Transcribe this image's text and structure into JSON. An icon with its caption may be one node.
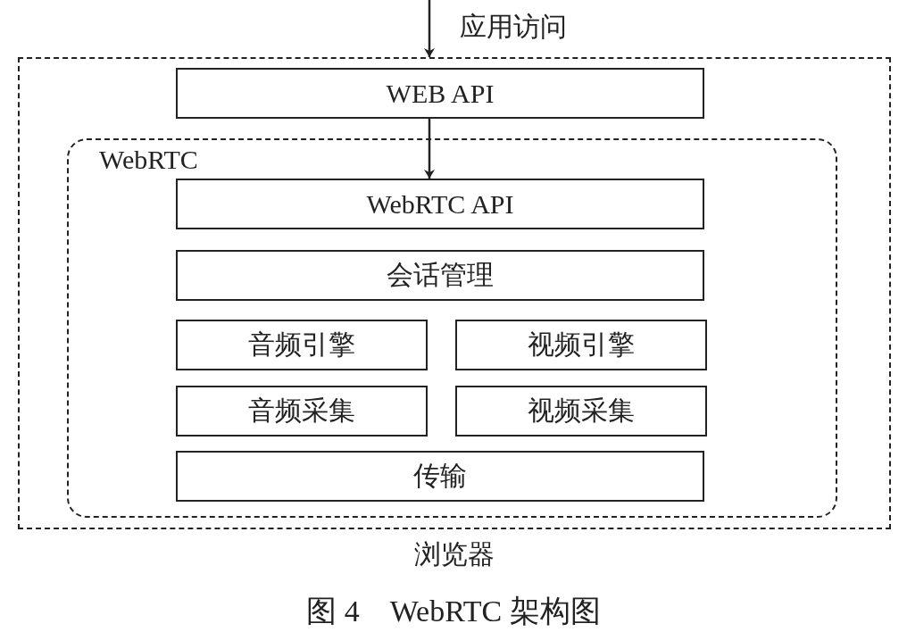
{
  "diagram": {
    "caption": "图 4　WebRTC 架构图",
    "nodes": [
      {
        "text": [
          "浏览器"
        ]
      },
      {
        "text": [
          "WEB API"
        ],
        "in": 0
      },
      {
        "text": [
          "WebRTC"
        ],
        "in": 0
      },
      {
        "text": [
          "WebRTC API"
        ],
        "in": 2
      },
      {
        "text": [
          "会话管理"
        ],
        "in": 2
      },
      {
        "text": [
          "音频引擎"
        ],
        "in": 2
      },
      {
        "text": [
          "视频引擎"
        ],
        "in": 2
      },
      {
        "text": [
          "音频采集"
        ],
        "in": 2
      },
      {
        "text": [
          "视频采集"
        ],
        "in": 2
      },
      {
        "text": [
          "传输"
        ],
        "in": 2
      }
    ],
    "edges": [
      {
        "from": null,
        "to": 0,
        "arrow": "to",
        "label": "应用访问"
      },
      {
        "from": 1,
        "to": 3,
        "arrow": "to"
      }
    ]
  }
}
